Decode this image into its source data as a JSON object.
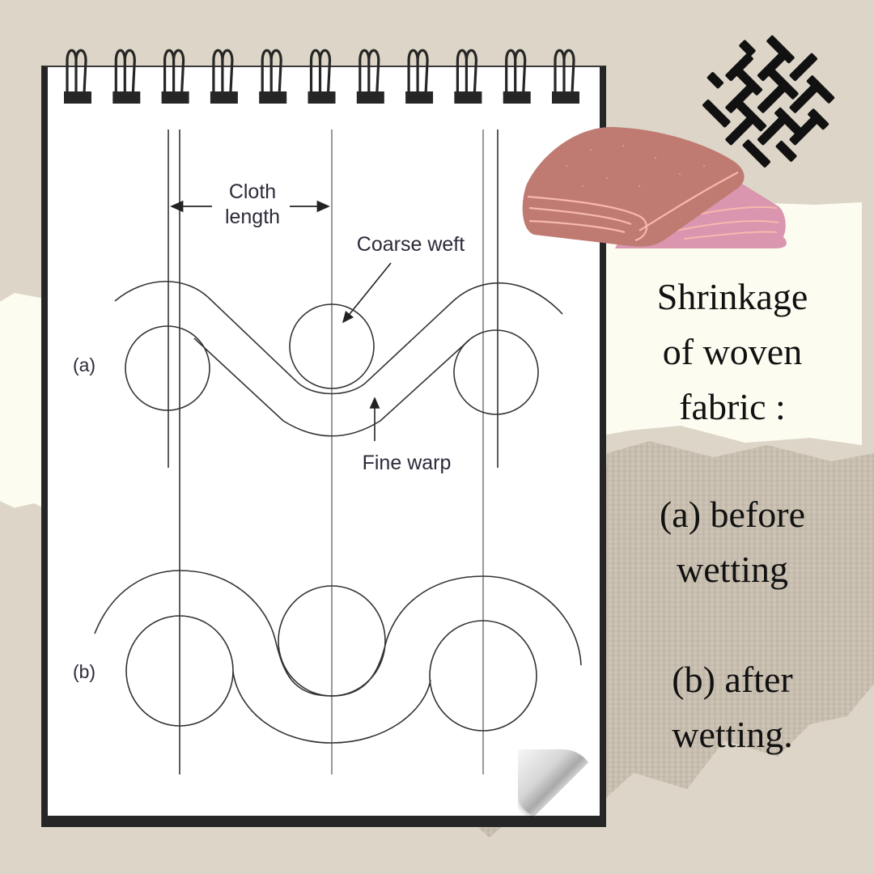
{
  "title": {
    "lines": [
      "Shrinkage",
      "of woven",
      "fabric :"
    ]
  },
  "captions": {
    "a": [
      "(a) before",
      "wetting"
    ],
    "b": [
      "(b) after",
      "wetting."
    ]
  },
  "diagram": {
    "labels": {
      "cloth_length_1": "Cloth",
      "cloth_length_2": "length",
      "coarse_weft": "Coarse weft",
      "fine_warp": "Fine warp",
      "panel_a": "(a)",
      "panel_b": "(b)"
    }
  },
  "decorations": {
    "ring_count": 11,
    "icons": [
      "spiral-ring-icon",
      "folded-towels-icon",
      "basket-weave-icon",
      "page-curl-icon"
    ]
  },
  "colors": {
    "background": "#ddd6c8",
    "paper_strip": "#fdfcf1",
    "notebook_border": "#262626",
    "towel_rose": "#bf7a72",
    "towel_pink": "#d996ae",
    "towel_stripe": "#f6b8ae",
    "label_text": "#2b2b3a"
  }
}
